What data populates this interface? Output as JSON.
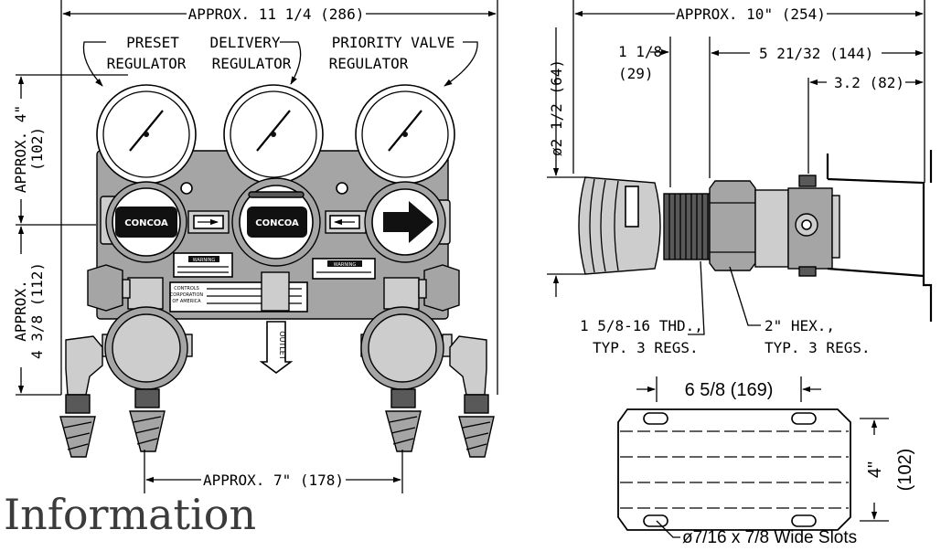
{
  "front_view": {
    "width_dim": "APPROX. 11 1/4 (286)",
    "label_preset_1": "PRESET",
    "label_preset_2": "REGULATOR",
    "label_delivery_1": "DELIVERY",
    "label_delivery_2": "REGULATOR",
    "label_priority_1": "PRIORITY VALVE",
    "label_priority_2": "REGULATOR",
    "upper_height_1": "APPROX. 4\"",
    "upper_height_2": "(102)",
    "lower_height_1": "APPROX.",
    "lower_height_2": "4 3/8 (112)",
    "bottom_dim": "APPROX. 7\" (178)",
    "outlet_label": "OUTLET",
    "brand": "CONCOA",
    "warning": "WARNING",
    "plate_1": "CONTROLS",
    "plate_2": "CORPORATION",
    "plate_3": "OF AMERICA"
  },
  "side_view": {
    "length_dim": "APPROX. 10\" (254)",
    "dim_1": "1 1/8",
    "dim_1_mm": "(29)",
    "dim_2": "5 21/32 (144)",
    "dim_3": "3.2 (82)",
    "diameter": "ø2 1/2 (64)",
    "thread_1": "1 5/8-16 THD.,",
    "thread_2": "TYP. 3 REGS.",
    "hex_1": "2\" HEX.,",
    "hex_2": "TYP. 3 REGS."
  },
  "bracket": {
    "width": "6 5/8 (169)",
    "height_in": "4\"",
    "height_mm": "(102)",
    "slots": "ø7/16 x 7/8 Wide Slots"
  },
  "section_title": "Information"
}
